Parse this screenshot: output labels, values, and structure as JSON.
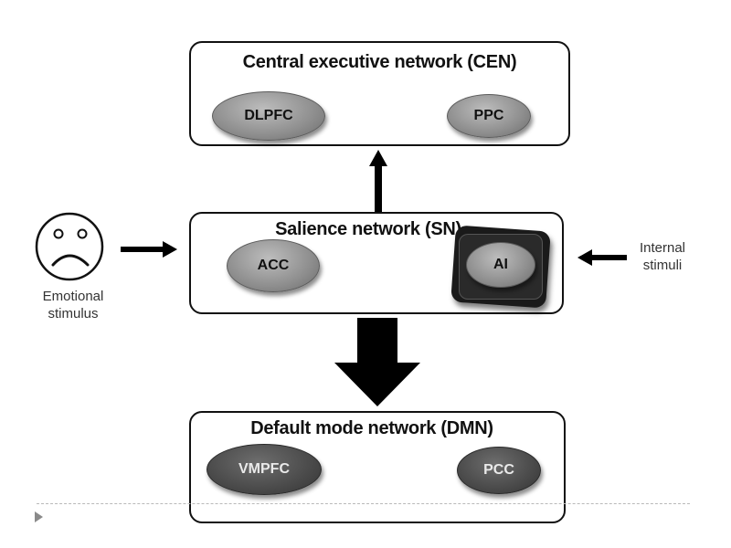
{
  "cen": {
    "title": "Central executive network (CEN)",
    "nodes": {
      "left": "DLPFC",
      "right": "PPC"
    }
  },
  "sn": {
    "title": "Salience network (SN)",
    "nodes": {
      "left": "ACC",
      "right": "AI"
    }
  },
  "dmn": {
    "title": "Default mode network (DMN)",
    "nodes": {
      "left": "VMPFC",
      "right": "PCC"
    }
  },
  "inputs": {
    "emotional_stimulus": {
      "line1": "Emotional",
      "line2": "stimulus",
      "icon": "sad-face-icon"
    },
    "internal_stimuli": {
      "line1": "Internal",
      "line2": "stimuli"
    }
  },
  "colors": {
    "node_gray": "#9a9a9a",
    "node_dark": "#4a4a4a",
    "arrow": "#000000"
  }
}
